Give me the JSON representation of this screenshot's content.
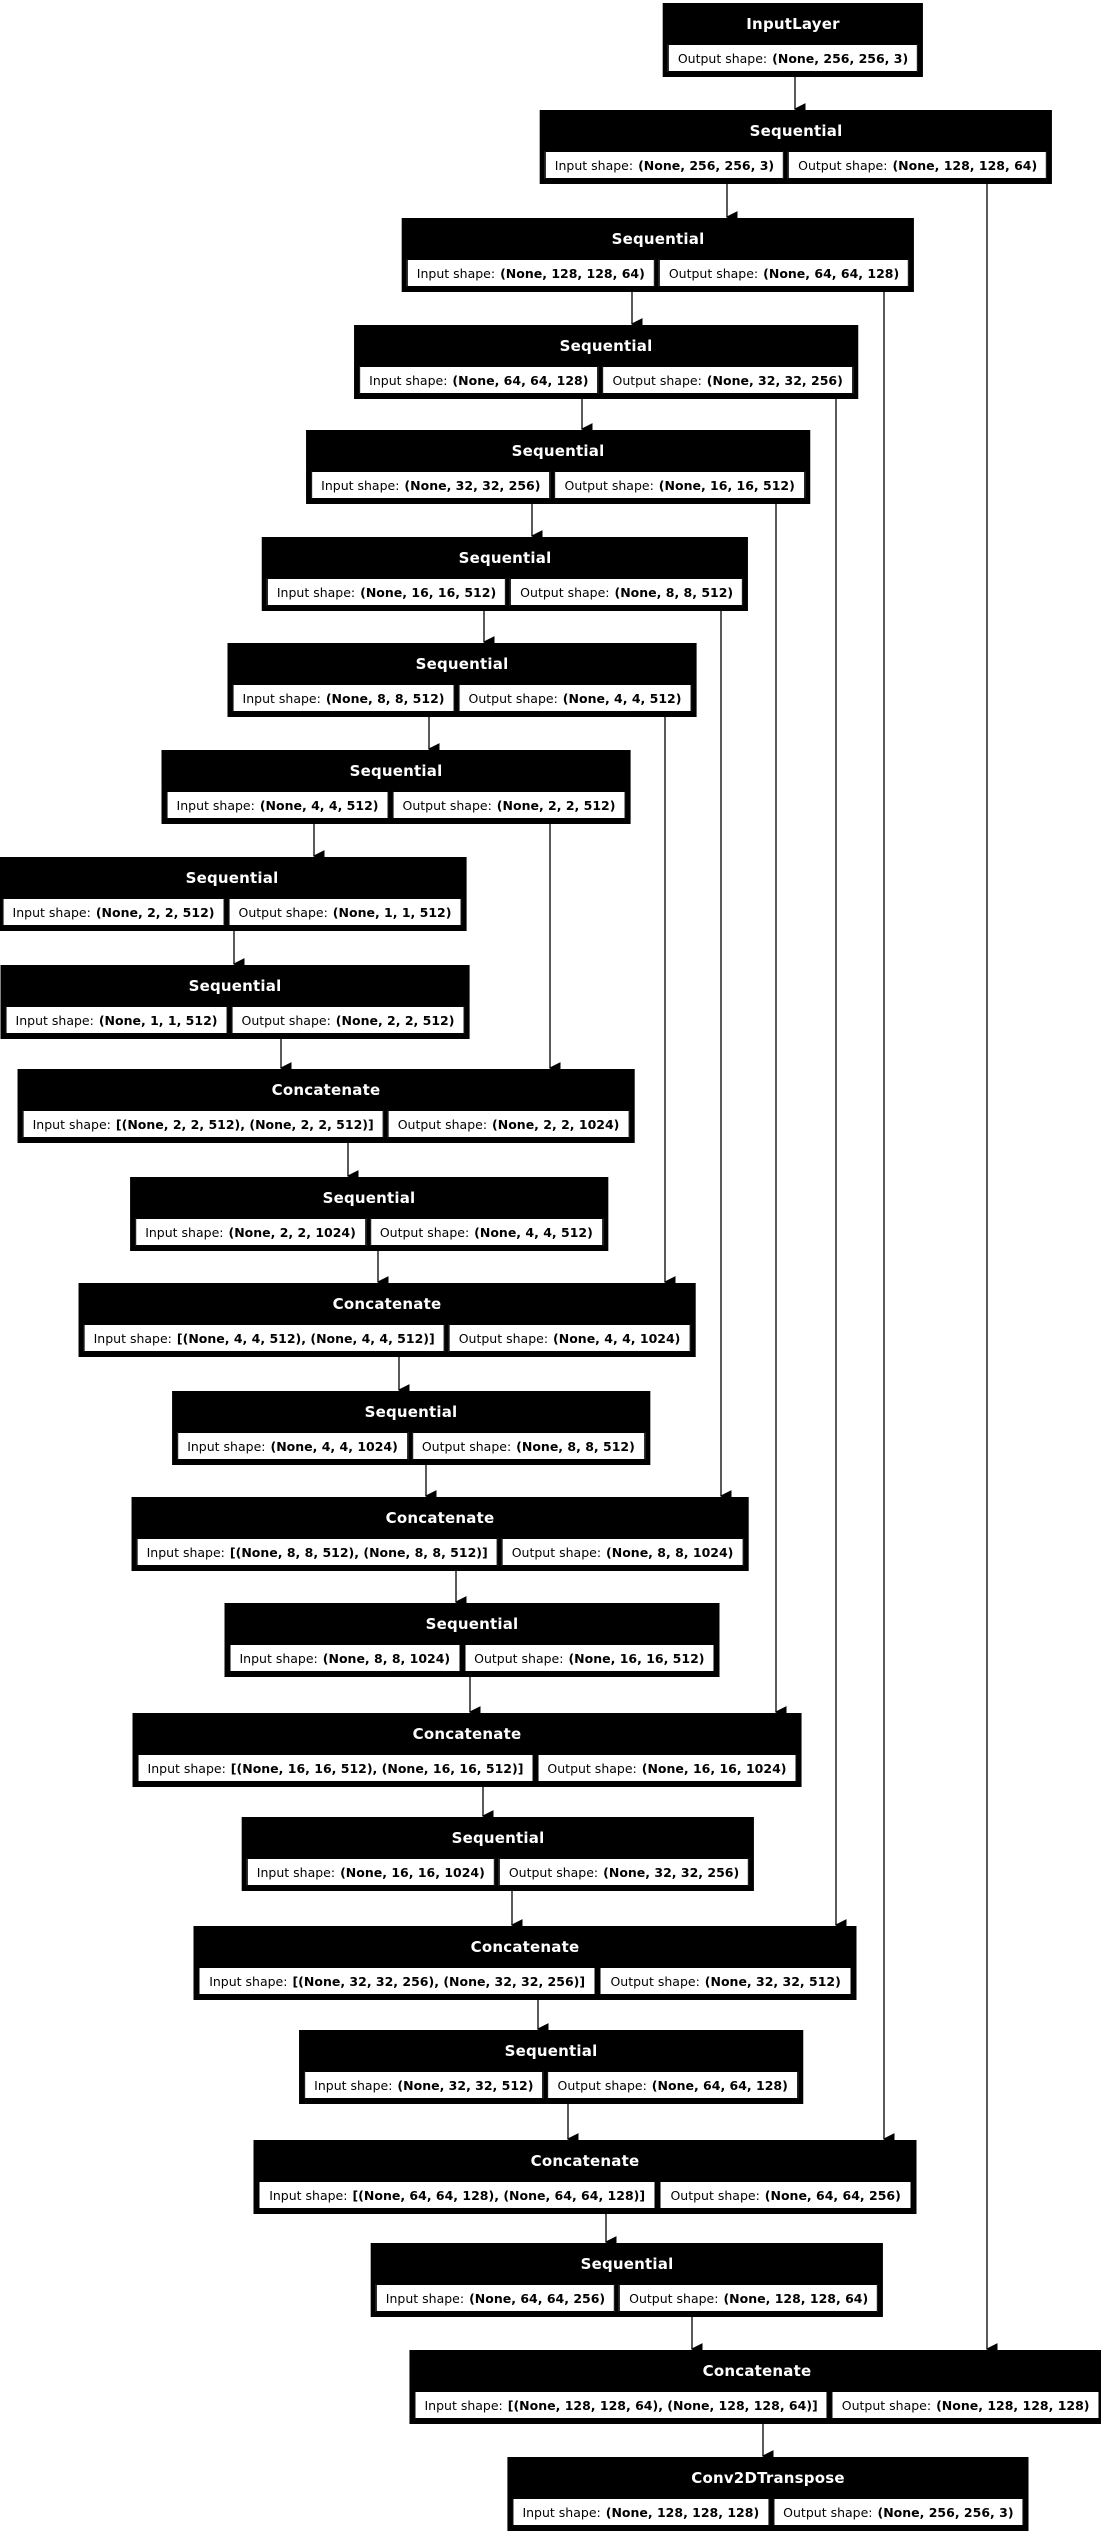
{
  "labels": {
    "input_prefix": "Input shape:",
    "output_prefix": "Output shape:"
  },
  "colors": {
    "node_background": "#000000",
    "node_text": "#ffffff",
    "cell_background": "#ffffff",
    "cell_text": "#000000",
    "edge": "#000000",
    "page_background": "#ffffff"
  },
  "nodes": [
    {
      "type": "InputLayer",
      "output_shape": "(None, 256, 256, 3)"
    },
    {
      "type": "Sequential",
      "input_shape": "(None, 256, 256, 3)",
      "output_shape": "(None, 128, 128, 64)"
    },
    {
      "type": "Sequential",
      "input_shape": "(None, 128, 128, 64)",
      "output_shape": "(None, 64, 64, 128)"
    },
    {
      "type": "Sequential",
      "input_shape": "(None, 64, 64, 128)",
      "output_shape": "(None, 32, 32, 256)"
    },
    {
      "type": "Sequential",
      "input_shape": "(None, 32, 32, 256)",
      "output_shape": "(None, 16, 16, 512)"
    },
    {
      "type": "Sequential",
      "input_shape": "(None, 16, 16, 512)",
      "output_shape": "(None, 8, 8, 512)"
    },
    {
      "type": "Sequential",
      "input_shape": "(None, 8, 8, 512)",
      "output_shape": "(None, 4, 4, 512)"
    },
    {
      "type": "Sequential",
      "input_shape": "(None, 4, 4, 512)",
      "output_shape": "(None, 2, 2, 512)"
    },
    {
      "type": "Sequential",
      "input_shape": "(None, 2, 2, 512)",
      "output_shape": "(None, 1, 1, 512)"
    },
    {
      "type": "Sequential",
      "input_shape": "(None, 1, 1, 512)",
      "output_shape": "(None, 2, 2, 512)"
    },
    {
      "type": "Concatenate",
      "input_shape": "[(None, 2, 2, 512), (None, 2, 2, 512)]",
      "output_shape": "(None, 2, 2, 1024)"
    },
    {
      "type": "Sequential",
      "input_shape": "(None, 2, 2, 1024)",
      "output_shape": "(None, 4, 4, 512)"
    },
    {
      "type": "Concatenate",
      "input_shape": "[(None, 4, 4, 512), (None, 4, 4, 512)]",
      "output_shape": "(None, 4, 4, 1024)"
    },
    {
      "type": "Sequential",
      "input_shape": "(None, 4, 4, 1024)",
      "output_shape": "(None, 8, 8, 512)"
    },
    {
      "type": "Concatenate",
      "input_shape": "[(None, 8, 8, 512), (None, 8, 8, 512)]",
      "output_shape": "(None, 8, 8, 1024)"
    },
    {
      "type": "Sequential",
      "input_shape": "(None, 8, 8, 1024)",
      "output_shape": "(None, 16, 16, 512)"
    },
    {
      "type": "Concatenate",
      "input_shape": "[(None, 16, 16, 512), (None, 16, 16, 512)]",
      "output_shape": "(None, 16, 16, 1024)"
    },
    {
      "type": "Sequential",
      "input_shape": "(None, 16, 16, 1024)",
      "output_shape": "(None, 32, 32, 256)"
    },
    {
      "type": "Concatenate",
      "input_shape": "[(None, 32, 32, 256), (None, 32, 32, 256)]",
      "output_shape": "(None, 32, 32, 512)"
    },
    {
      "type": "Sequential",
      "input_shape": "(None, 32, 32, 512)",
      "output_shape": "(None, 64, 64, 128)"
    },
    {
      "type": "Concatenate",
      "input_shape": "[(None, 64, 64, 128), (None, 64, 64, 128)]",
      "output_shape": "(None, 64, 64, 256)"
    },
    {
      "type": "Sequential",
      "input_shape": "(None, 64, 64, 256)",
      "output_shape": "(None, 128, 128, 64)"
    },
    {
      "type": "Concatenate",
      "input_shape": "[(None, 128, 128, 64), (None, 128, 128, 64)]",
      "output_shape": "(None, 128, 128, 128)"
    },
    {
      "type": "Conv2DTranspose",
      "input_shape": "(None, 128, 128, 128)",
      "output_shape": "(None, 256, 256, 3)"
    }
  ],
  "edges": [
    {
      "from": 0,
      "to": 1,
      "kind": "main"
    },
    {
      "from": 1,
      "to": 2,
      "kind": "main"
    },
    {
      "from": 2,
      "to": 3,
      "kind": "main"
    },
    {
      "from": 3,
      "to": 4,
      "kind": "main"
    },
    {
      "from": 4,
      "to": 5,
      "kind": "main"
    },
    {
      "from": 5,
      "to": 6,
      "kind": "main"
    },
    {
      "from": 6,
      "to": 7,
      "kind": "main"
    },
    {
      "from": 7,
      "to": 8,
      "kind": "main"
    },
    {
      "from": 8,
      "to": 9,
      "kind": "main"
    },
    {
      "from": 9,
      "to": 10,
      "kind": "main"
    },
    {
      "from": 10,
      "to": 11,
      "kind": "main"
    },
    {
      "from": 11,
      "to": 12,
      "kind": "main"
    },
    {
      "from": 12,
      "to": 13,
      "kind": "main"
    },
    {
      "from": 13,
      "to": 14,
      "kind": "main"
    },
    {
      "from": 14,
      "to": 15,
      "kind": "main"
    },
    {
      "from": 15,
      "to": 16,
      "kind": "main"
    },
    {
      "from": 16,
      "to": 17,
      "kind": "main"
    },
    {
      "from": 17,
      "to": 18,
      "kind": "main"
    },
    {
      "from": 18,
      "to": 19,
      "kind": "main"
    },
    {
      "from": 19,
      "to": 20,
      "kind": "main"
    },
    {
      "from": 20,
      "to": 21,
      "kind": "main"
    },
    {
      "from": 21,
      "to": 22,
      "kind": "main"
    },
    {
      "from": 22,
      "to": 23,
      "kind": "main"
    },
    {
      "from": 1,
      "to": 22,
      "kind": "skip"
    },
    {
      "from": 2,
      "to": 20,
      "kind": "skip"
    },
    {
      "from": 3,
      "to": 18,
      "kind": "skip"
    },
    {
      "from": 4,
      "to": 16,
      "kind": "skip"
    },
    {
      "from": 5,
      "to": 14,
      "kind": "skip"
    },
    {
      "from": 6,
      "to": 12,
      "kind": "skip"
    },
    {
      "from": 7,
      "to": 10,
      "kind": "skip"
    }
  ]
}
